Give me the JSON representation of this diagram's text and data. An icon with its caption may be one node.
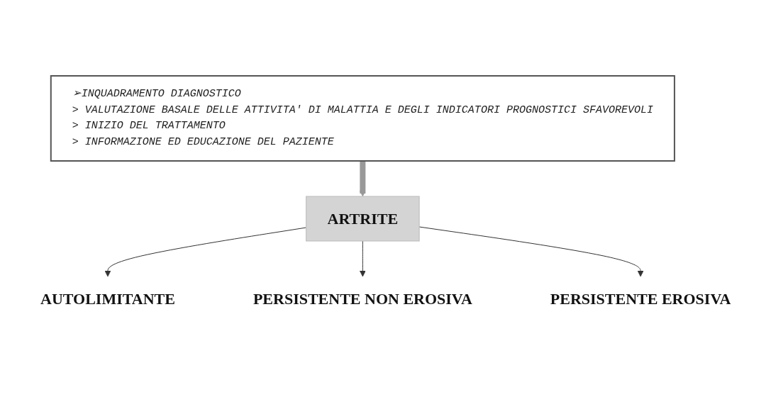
{
  "diagram": {
    "nodes": [
      {
        "text": [
          "➢INQUADRAMENTO DIAGNOSTICO",
          "> VALUTAZIONE BASALE DELLE ATTIVITA' DI MALATTIA E DEGLI INDICATORI PROGNOSTICI SFAVOREVOLI",
          "> INIZIO DEL TRATTAMENTO",
          "> INFORMAZIONE ED EDUCAZIONE DEL PAZIENTE"
        ]
      },
      {
        "text": [
          "ARTRITE"
        ]
      },
      {
        "text": [
          "AUTOLIMITANTE"
        ]
      },
      {
        "text": [
          "PERSISTENTE NON EROSIVA"
        ]
      },
      {
        "text": [
          "PERSISTENTE EROSIVA"
        ]
      }
    ],
    "edges": [
      {
        "from": 0,
        "to": 1,
        "arrow": "to",
        "style": "thick",
        "color": "#999999"
      },
      {
        "from": 1,
        "to": 2,
        "arrow": "to"
      },
      {
        "from": 1,
        "to": 3,
        "arrow": "to"
      },
      {
        "from": 1,
        "to": 4,
        "arrow": "to"
      }
    ]
  }
}
